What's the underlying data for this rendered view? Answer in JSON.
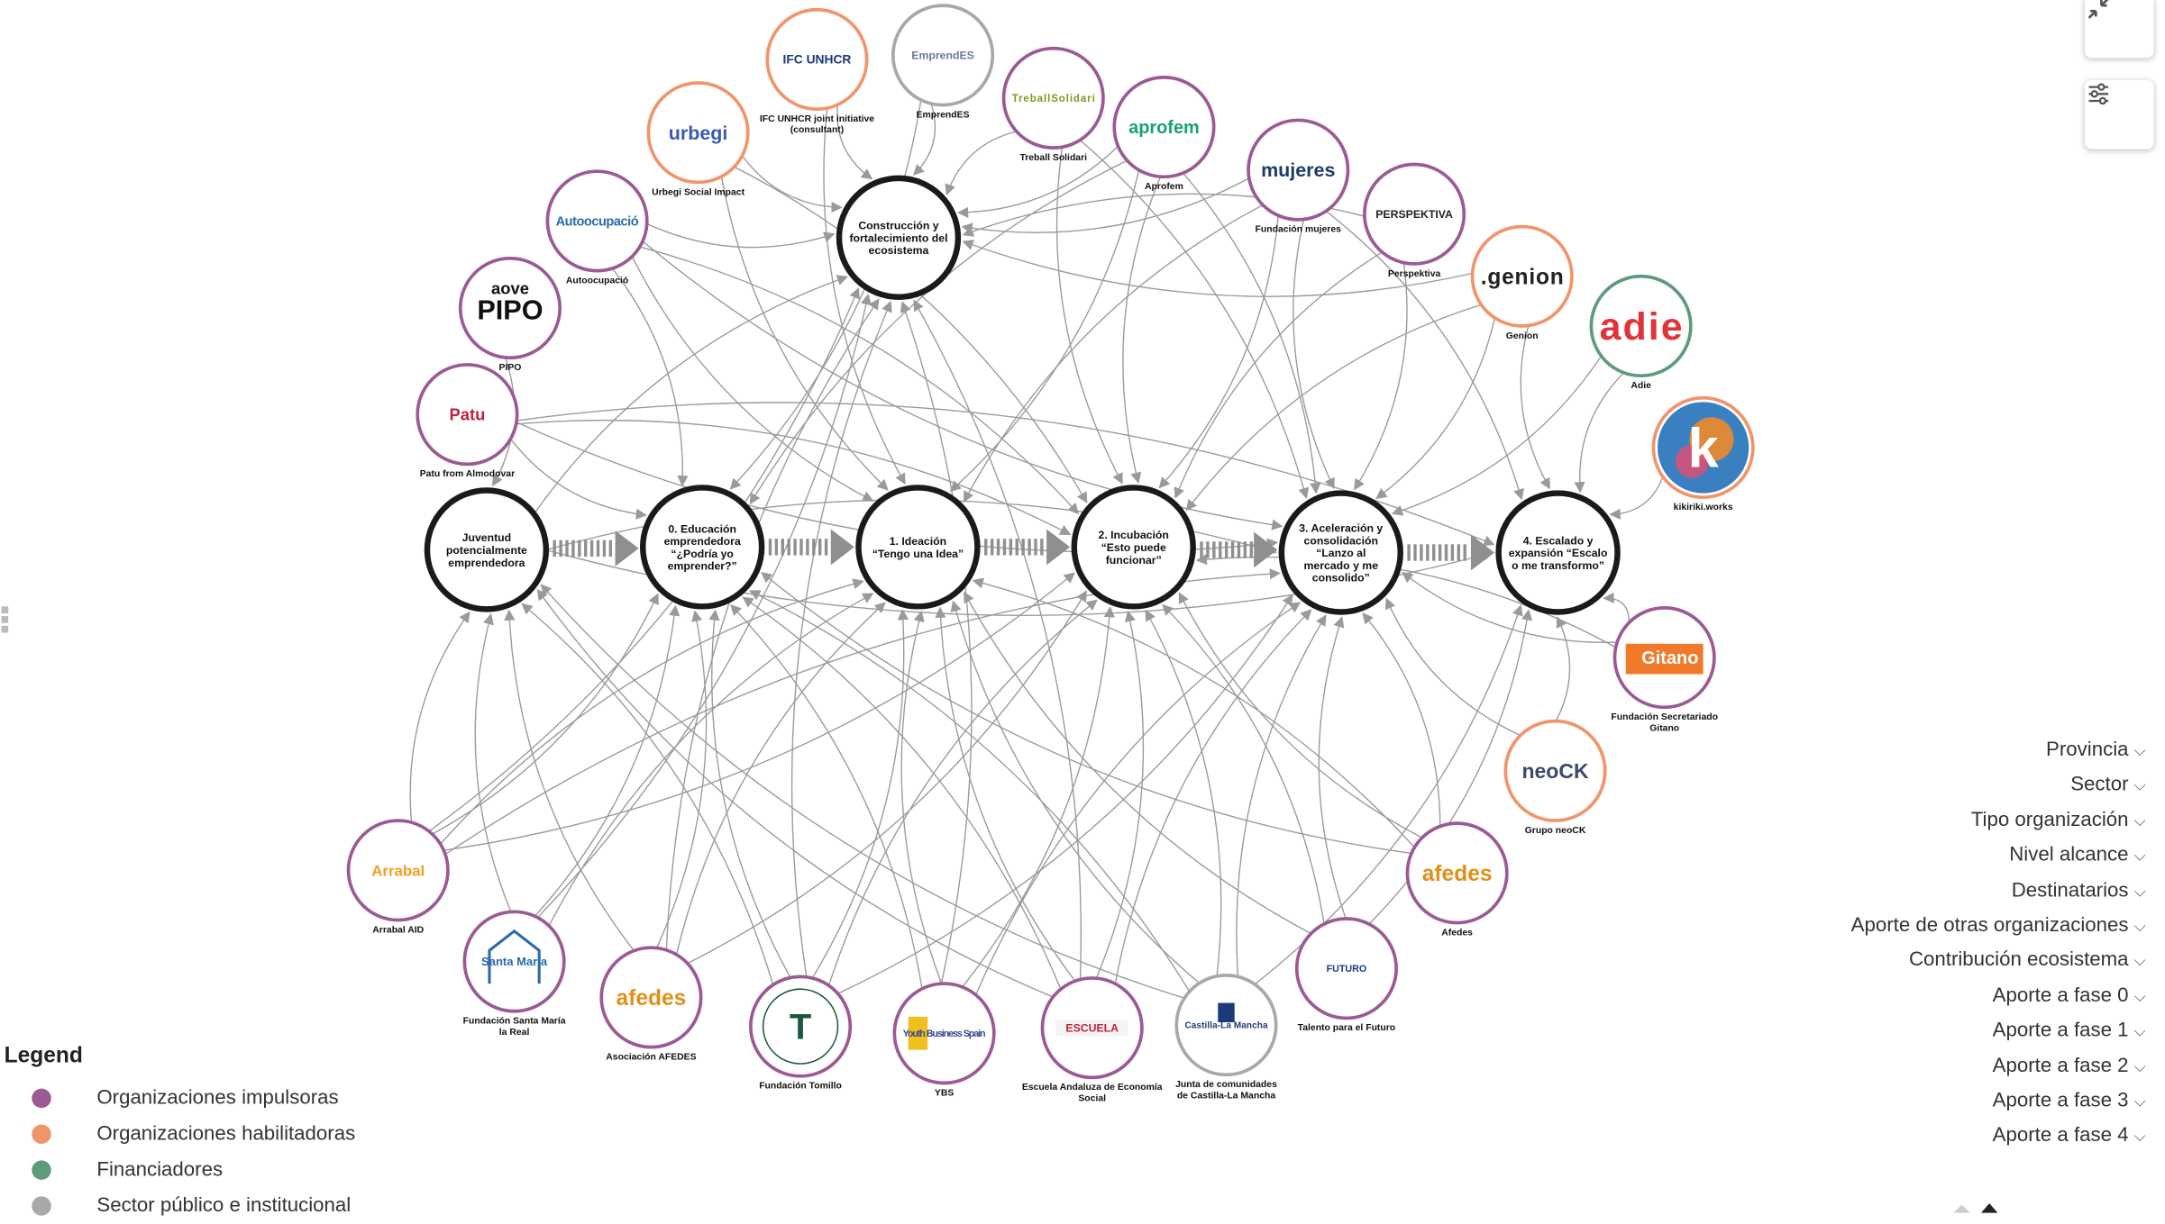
{
  "colors": {
    "impulsora": "#9b5a93",
    "habilitadora": "#f0956b",
    "financiador": "#5f9a7c",
    "publico": "#a8a8a8",
    "edge": "#9a9a9a",
    "phase": "#1a1a1a"
  },
  "phases": [
    {
      "id": "P",
      "lines": [
        "Juventud",
        "potencialmente",
        "emprendedora"
      ]
    },
    {
      "id": "F0",
      "lines": [
        "0. Educación",
        "emprendedora",
        "“¿Podría yo",
        "emprender?”"
      ]
    },
    {
      "id": "F1",
      "lines": [
        "1. Ideación",
        "“Tengo una Idea”"
      ]
    },
    {
      "id": "F2",
      "lines": [
        "2. Incubación",
        "“Esto puede",
        "funcionar”"
      ]
    },
    {
      "id": "F3",
      "lines": [
        "3. Aceleración y",
        "consolidación",
        "“Lanzo al",
        "mercado y me",
        "consolido”"
      ]
    },
    {
      "id": "F4",
      "lines": [
        "4. Escalado y",
        "expansión “Escalo",
        "o me transformo”"
      ]
    },
    {
      "id": "ECO",
      "lines": [
        "Construcción y",
        "fortalecimiento del",
        "ecosistema"
      ]
    }
  ],
  "organizations": [
    {
      "id": "ifc",
      "type": "habilitadora",
      "name": [
        "IFC UNHCR joint initiative",
        "(consultant)"
      ],
      "logo": "IFC  UNHCR",
      "icon": "ifc-unhcr-logo-icon"
    },
    {
      "id": "emp",
      "type": "publico",
      "name": [
        "EmprendES"
      ],
      "logo": "EmprendES",
      "icon": "emprendes-logo-icon"
    },
    {
      "id": "tre",
      "type": "impulsora",
      "name": [
        "Treball Solidari"
      ],
      "logo": "TreballSolidari",
      "icon": "treball-solidari-logo-icon"
    },
    {
      "id": "apr",
      "type": "impulsora",
      "name": [
        "Aprofem"
      ],
      "logo": "aprofem",
      "icon": "aprofem-logo-icon"
    },
    {
      "id": "urb",
      "type": "habilitadora",
      "name": [
        "Urbegi Social Impact"
      ],
      "logo": "urbegi",
      "icon": "urbegi-logo-icon"
    },
    {
      "id": "muj",
      "type": "impulsora",
      "name": [
        "Fundación mujeres"
      ],
      "logo": "mujeres",
      "icon": "mujeres-logo-icon"
    },
    {
      "id": "per",
      "type": "impulsora",
      "name": [
        "Perspektiva"
      ],
      "logo": "PERSPEKTIVA",
      "icon": "perspektiva-logo-icon"
    },
    {
      "id": "aut",
      "type": "impulsora",
      "name": [
        "Autoocupació"
      ],
      "logo": "Autoocupació",
      "icon": "autoocupacio-logo-icon"
    },
    {
      "id": "gen",
      "type": "habilitadora",
      "name": [
        "Genion"
      ],
      "logo": ".genion",
      "icon": "genion-logo-icon"
    },
    {
      "id": "pip",
      "type": "impulsora",
      "name": [
        "PIPO"
      ],
      "logo": "PIPO",
      "logoTop": "aove",
      "icon": "pipo-logo-icon"
    },
    {
      "id": "adi",
      "type": "financiador",
      "name": [
        "Adie"
      ],
      "logo": "adie",
      "icon": "adie-logo-icon"
    },
    {
      "id": "pat",
      "type": "impulsora",
      "name": [
        "Patu from Almodovar"
      ],
      "logo": "Patu",
      "icon": "patu-logo-icon"
    },
    {
      "id": "kik",
      "type": "habilitadora",
      "name": [
        "kikiriki.works"
      ],
      "logo": "k",
      "icon": "kikiriki-logo-icon"
    },
    {
      "id": "gta",
      "type": "impulsora",
      "name": [
        "Fundación Secretariado",
        "Gitano"
      ],
      "logo": "Gitano",
      "icon": "gitano-logo-icon"
    },
    {
      "id": "neo",
      "type": "habilitadora",
      "name": [
        "Grupo neoCK"
      ],
      "logo": "neoCK",
      "icon": "neock-logo-icon"
    },
    {
      "id": "afe",
      "type": "impulsora",
      "name": [
        "Afedes"
      ],
      "logo": "afedes",
      "icon": "afedes-logo-icon"
    },
    {
      "id": "arr",
      "type": "impulsora",
      "name": [
        "Arrabal AID"
      ],
      "logo": "Arrabal",
      "icon": "arrabal-logo-icon"
    },
    {
      "id": "tal",
      "type": "impulsora",
      "name": [
        "Talento para el Futuro"
      ],
      "logo": "FUTURO",
      "icon": "talento-logo-icon"
    },
    {
      "id": "sta",
      "type": "impulsora",
      "name": [
        "Fundación Santa María",
        "la Real"
      ],
      "logo": "Santa María",
      "icon": "santa-maria-logo-icon"
    },
    {
      "id": "asa",
      "type": "impulsora",
      "name": [
        "Asociación AFEDES"
      ],
      "logo": "afedes",
      "icon": "asociacion-afedes-logo-icon"
    },
    {
      "id": "jun",
      "type": "publico",
      "name": [
        "Junta de comunidades",
        "de Castilla-La Mancha"
      ],
      "logo": "Castilla-La Mancha",
      "icon": "castilla-la-mancha-logo-icon"
    },
    {
      "id": "tom",
      "type": "impulsora",
      "name": [
        "Fundación Tomillo"
      ],
      "logo": "T",
      "icon": "tomillo-logo-icon"
    },
    {
      "id": "esc",
      "type": "impulsora",
      "name": [
        "Escuela Andaluza de Economía",
        "Social"
      ],
      "logo": "ESCUELA",
      "icon": "escuela-logo-icon"
    },
    {
      "id": "ybs",
      "type": "impulsora",
      "name": [
        "YBS"
      ],
      "logo": "Youth Business Spain",
      "icon": "ybs-logo-icon"
    }
  ],
  "filters": [
    "Provincia",
    "Sector",
    "Tipo organización",
    "Nivel alcance",
    "Destinatarios",
    "Aporte de otras organizaciones",
    "Contribución ecosistema",
    "Aporte a fase 0",
    "Aporte a fase 1",
    "Aporte a fase 2",
    "Aporte a fase 3",
    "Aporte a fase 4"
  ],
  "legend": {
    "title": "Legend",
    "items": [
      {
        "label": "Organizaciones impulsoras",
        "color": "#9b5a93"
      },
      {
        "label": "Organizaciones habilitadoras",
        "color": "#f0956b"
      },
      {
        "label": "Financiadores",
        "color": "#5f9a7c"
      },
      {
        "label": "Sector público e institucional",
        "color": "#a8a8a8"
      }
    ]
  }
}
